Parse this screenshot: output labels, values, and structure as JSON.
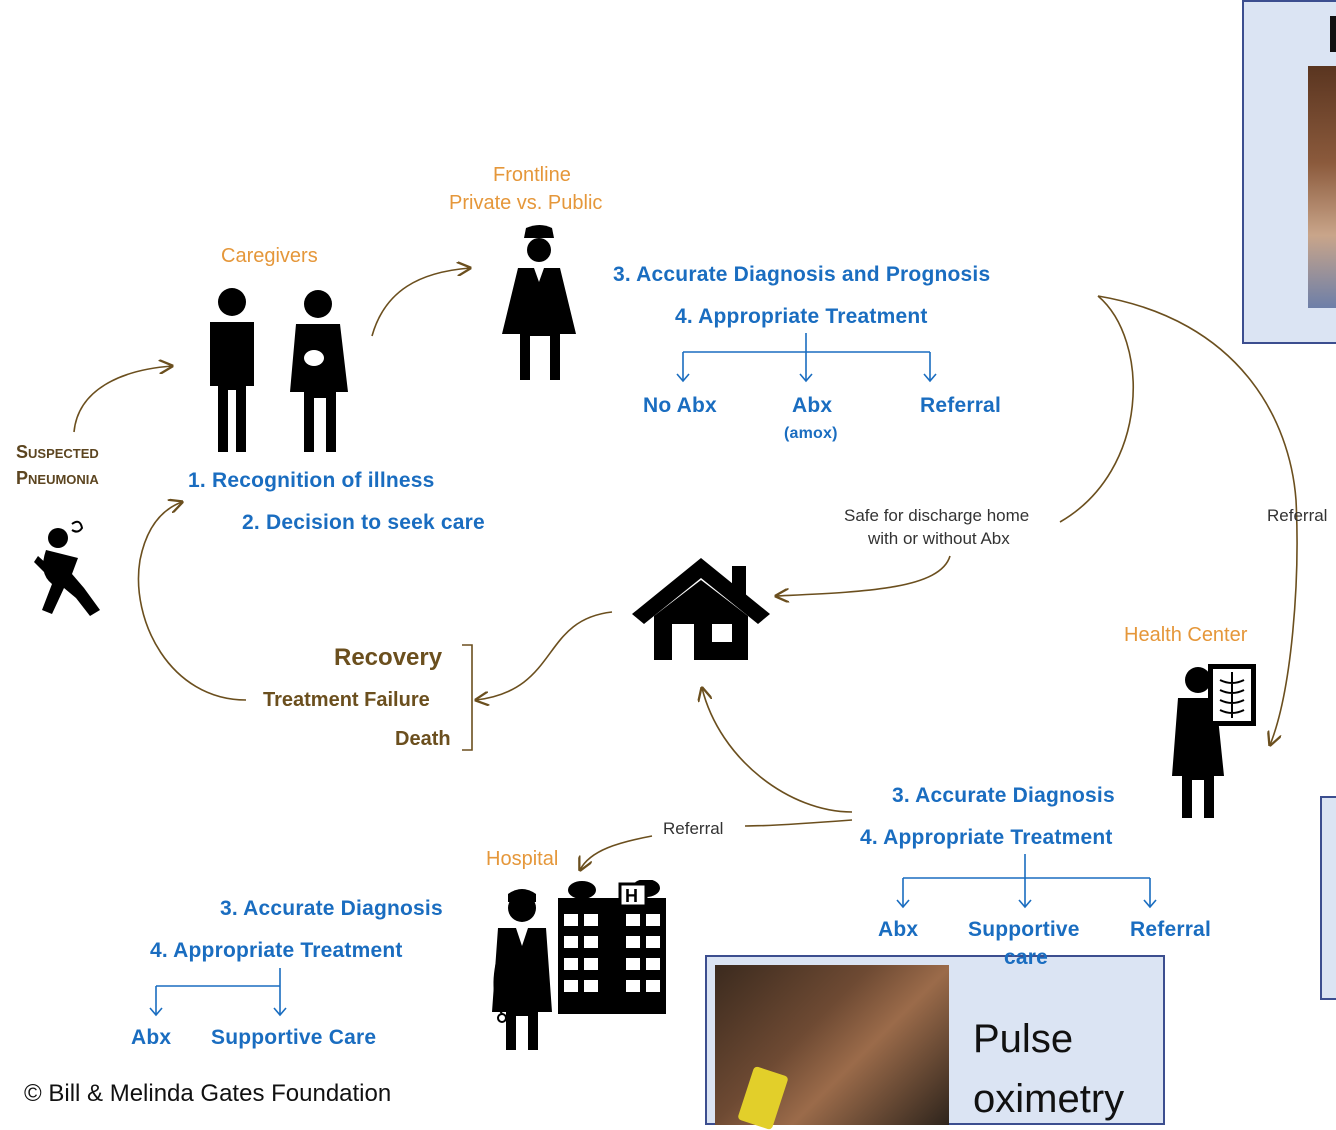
{
  "suspected": {
    "line1": "Suspected",
    "line2": "Pneumonia"
  },
  "caregivers": {
    "label": "Caregivers",
    "step1": "1. Recognition of illness",
    "step2": "2. Decision to seek care"
  },
  "frontline": {
    "label1": "Frontline",
    "label2": "Private vs. Public",
    "step3": "3. Accurate Diagnosis and Prognosis",
    "step4": "4. Appropriate Treatment",
    "options": {
      "no_abx": "No Abx",
      "abx": "Abx",
      "abx_sub": "(amox)",
      "referral": "Referral"
    }
  },
  "discharge": {
    "line1": "Safe for discharge home",
    "line2": "with or without Abx"
  },
  "referral_right": "Referral",
  "outcomes": {
    "recovery": "Recovery",
    "failure": "Treatment Failure",
    "death": "Death"
  },
  "health_center": {
    "label": "Health Center",
    "step3": "3. Accurate Diagnosis",
    "step4": "4. Appropriate Treatment",
    "options": {
      "abx": "Abx",
      "supportive_1": "Supportive",
      "supportive_2": "care",
      "referral": "Referral"
    }
  },
  "referral_hospital": "Referral",
  "hospital": {
    "label": "Hospital",
    "step3": "3. Accurate Diagnosis",
    "step4": "4. Appropriate Treatment",
    "options": {
      "abx": "Abx",
      "supportive": "Supportive Care"
    }
  },
  "pulse_panel": {
    "line1": "Pulse",
    "line2": "oximetry"
  },
  "copyright": "© Bill & Melinda Gates Foundation",
  "colors": {
    "blue": "#1a6dc0",
    "orange": "#e5973a",
    "brown": "#6b4f1e",
    "panel_bg": "#dbe4f3",
    "panel_border": "#3c4e8f"
  }
}
